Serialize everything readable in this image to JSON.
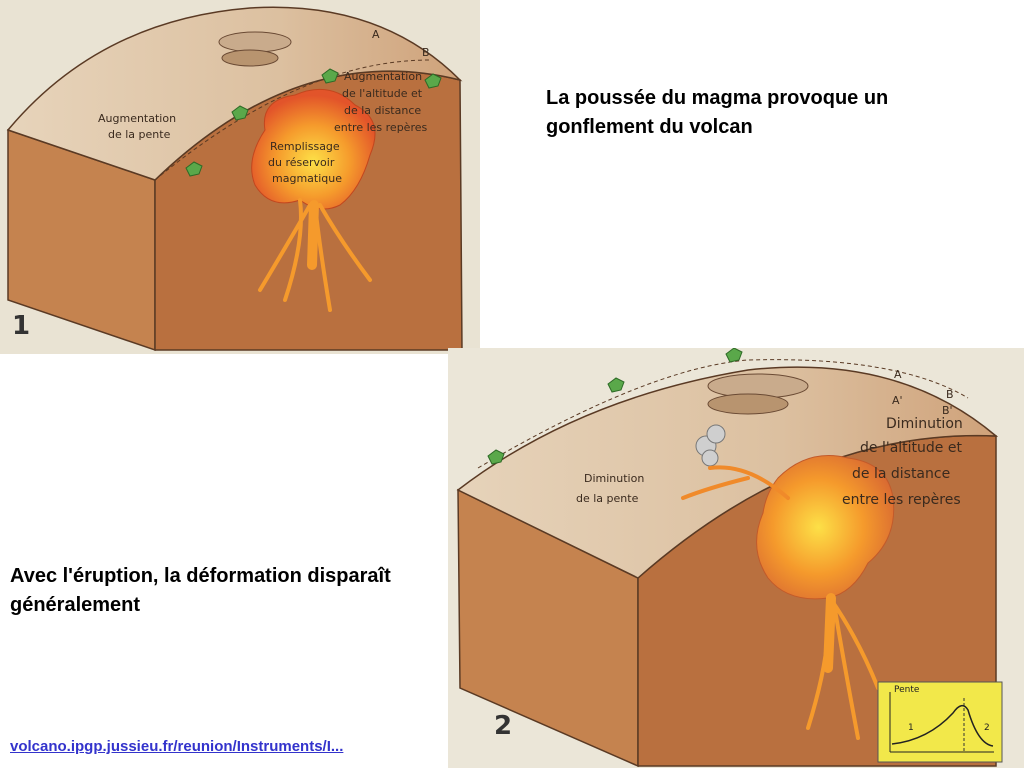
{
  "captions": {
    "inflation": "La poussée du magma provoque un gonflement du volcan",
    "eruption": "Avec l'éruption, la déformation disparaît généralement"
  },
  "source_link": "volcano.ipgp.jussieu.fr/reunion/Instruments/I...",
  "diagram1": {
    "number": "1",
    "labels": {
      "slope_l1": "Augmentation",
      "slope_l2": "de la pente",
      "alt_l1": "Augmentation",
      "alt_l2": "de l'altitude et",
      "alt_l3": "de la distance",
      "alt_l4": "entre les repères",
      "res_l1": "Remplissage",
      "res_l2": "du réservoir",
      "res_l3": "magmatique",
      "marker_a": "A",
      "marker_b": "B"
    }
  },
  "diagram2": {
    "number": "2",
    "labels": {
      "slope_l1": "Diminution",
      "slope_l2": "de la pente",
      "alt_l1": "Diminution",
      "alt_l2": "de l'altitude et",
      "alt_l3": "de la distance",
      "alt_l4": "entre les repères",
      "marker_a": "A",
      "marker_b": "B",
      "marker_a2": "A'",
      "marker_b2": "B'"
    },
    "inset": {
      "title": "Pente",
      "phase1": "1",
      "phase2": "2"
    }
  },
  "colors": {
    "block_front": "#b9703f",
    "block_side": "#c88656",
    "block_top": "#d9b592",
    "magma": "#f07a2a",
    "magma_core": "#fbd23a",
    "marker": "#5aa84a",
    "inset_bg": "#f2e84a",
    "link": "#3333cc"
  }
}
